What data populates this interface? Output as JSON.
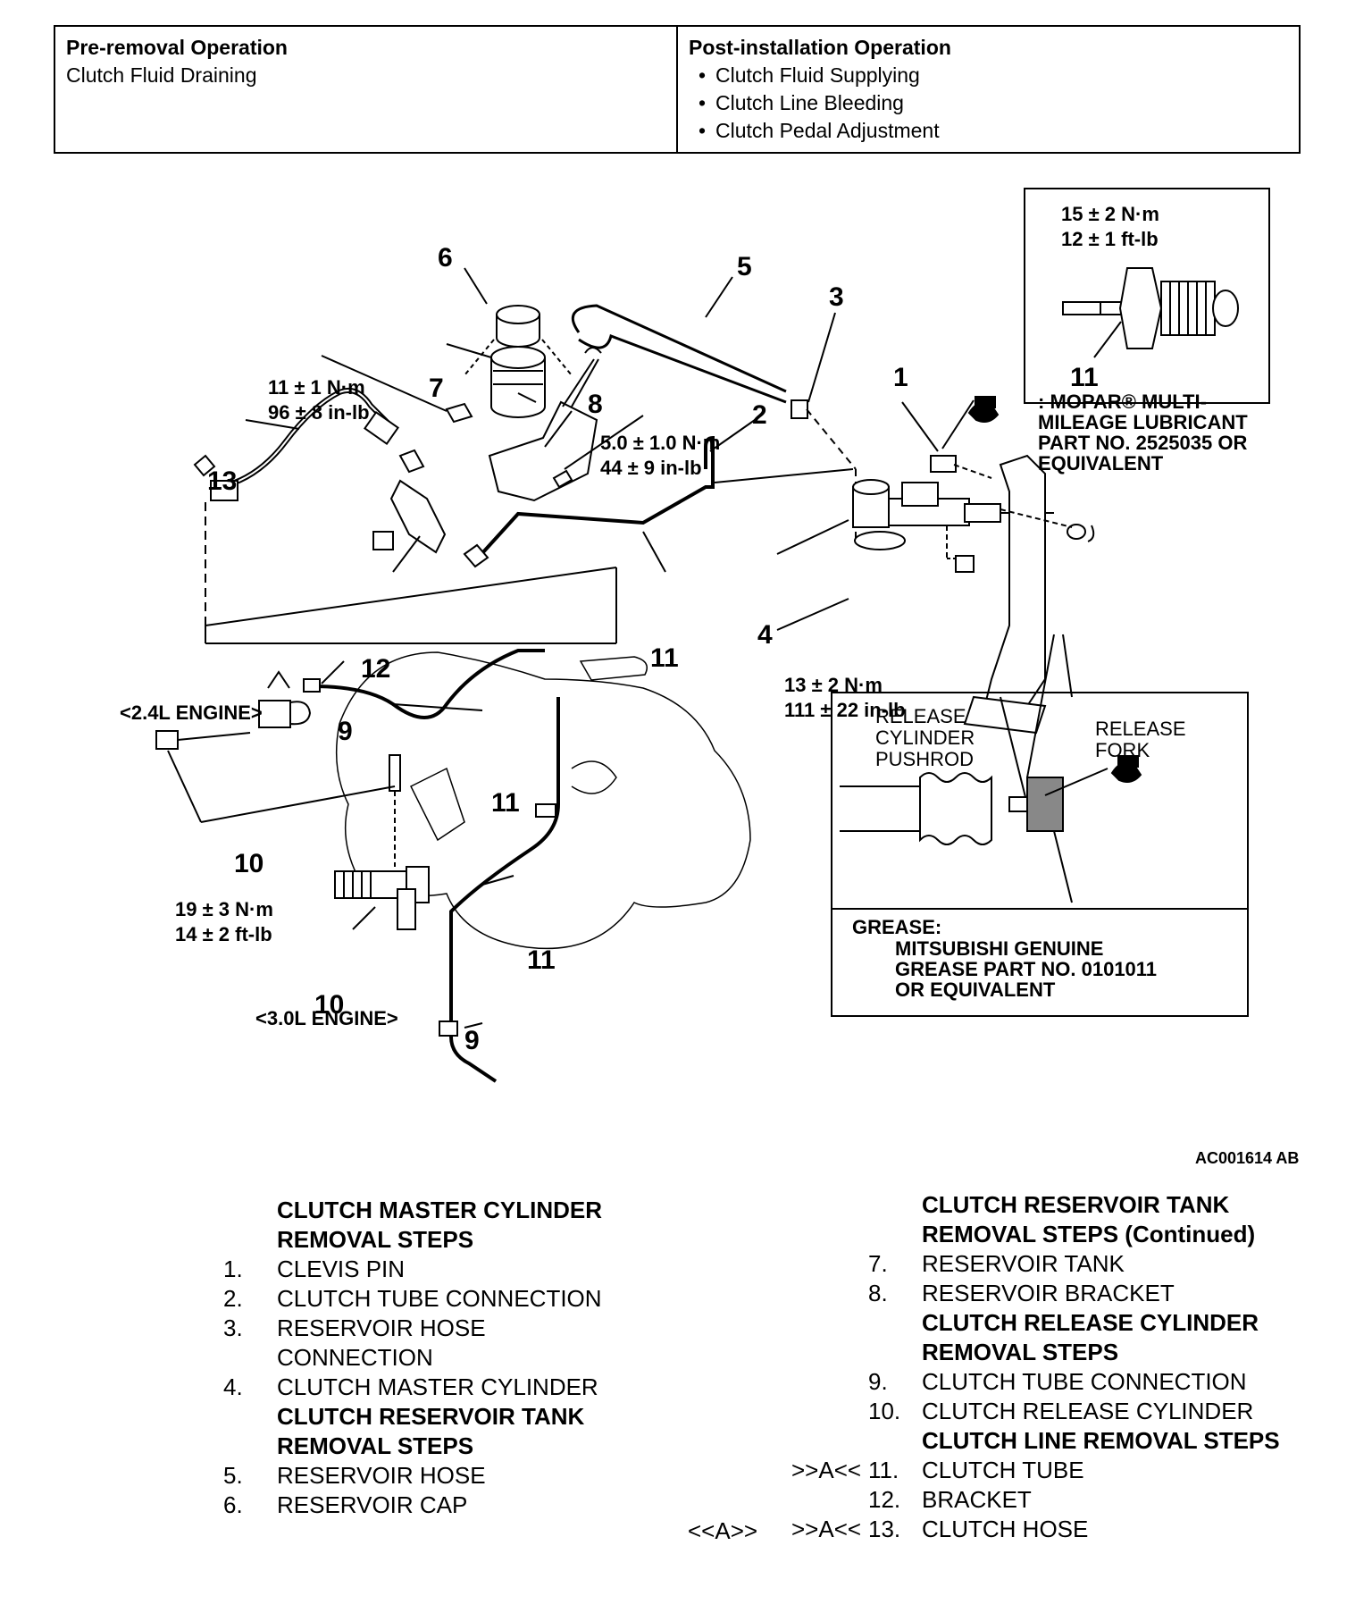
{
  "operations": {
    "pre_title": "Pre-removal Operation",
    "pre_items": [
      "Clutch Fluid Draining"
    ],
    "post_title": "Post-installation Operation",
    "post_items": [
      "Clutch Fluid Supplying",
      "Clutch Line Bleeding",
      "Clutch Pedal Adjustment"
    ]
  },
  "diagram": {
    "callouts": {
      "n6": "6",
      "n7": "7",
      "n5": "5",
      "n3": "3",
      "n8": "8",
      "n1": "1",
      "n2": "2",
      "n13": "13",
      "n12": "12",
      "n11a": "11",
      "n4": "4",
      "n9a": "9",
      "n11b": "11",
      "n10a": "10",
      "n11c": "11",
      "n10b": "10",
      "n9b": "9",
      "n11inset": "11"
    },
    "torques": {
      "t_bolt_11_a": "11 ± 1 N·m",
      "t_bolt_11_b": "96 ± 8 in-lb",
      "t_bracket_a": "5.0 ± 1.0 N·m",
      "t_bracket_b": "44 ± 9 in-lb",
      "t_nut_a": "13 ± 2 N·m",
      "t_nut_b": "111 ± 22 in-lb",
      "t_rel_a": "19 ± 3 N·m",
      "t_rel_b": "14 ± 2 ft-lb",
      "t_inset_a": "15 ± 2 N·m",
      "t_inset_b": "12 ± 1 ft-lb"
    },
    "lubricant_note": [
      ": MOPAR® MULTI-",
      "MILEAGE LUBRICANT",
      "PART NO. 2525035 OR",
      "EQUIVALENT"
    ],
    "engine_24": "<2.4L ENGINE>",
    "engine_30": "<3.0L ENGINE>",
    "release_cyl_label": [
      "RELEASE",
      "CYLINDER",
      "PUSHROD"
    ],
    "release_fork_label": [
      "RELEASE",
      "FORK"
    ],
    "grease_title": "GREASE:",
    "grease_lines": [
      "MITSUBISHI GENUINE",
      "GREASE PART NO. 0101011",
      "OR EQUIVALENT"
    ],
    "figure_code": "AC001614 AB"
  },
  "steps_left": [
    {
      "type": "heading",
      "text": "CLUTCH MASTER CYLINDER"
    },
    {
      "type": "heading",
      "text": "REMOVAL STEPS"
    },
    {
      "type": "item",
      "mark": "",
      "num": "1.",
      "text": "CLEVIS PIN"
    },
    {
      "type": "item",
      "mark": "",
      "num": "2.",
      "text": "CLUTCH TUBE CONNECTION"
    },
    {
      "type": "item",
      "mark": "",
      "num": "3.",
      "text": "RESERVOIR HOSE"
    },
    {
      "type": "cont",
      "text": "CONNECTION"
    },
    {
      "type": "item",
      "mark": "",
      "num": "4.",
      "text": "CLUTCH MASTER CYLINDER"
    },
    {
      "type": "heading",
      "text": "CLUTCH RESERVOIR TANK"
    },
    {
      "type": "heading",
      "text": "REMOVAL STEPS"
    },
    {
      "type": "item",
      "mark": "",
      "num": "5.",
      "text": "RESERVOIR HOSE"
    },
    {
      "type": "item",
      "mark": "",
      "num": "6.",
      "text": "RESERVOIR CAP"
    }
  ],
  "steps_right": [
    {
      "type": "heading",
      "text": "CLUTCH RESERVOIR TANK"
    },
    {
      "type": "heading",
      "text": "REMOVAL STEPS (Continued)"
    },
    {
      "type": "item",
      "mark": "",
      "num": "7.",
      "text": "RESERVOIR TANK"
    },
    {
      "type": "item",
      "mark": "",
      "num": "8.",
      "text": "RESERVOIR BRACKET"
    },
    {
      "type": "heading",
      "text": "CLUTCH RELEASE CYLINDER"
    },
    {
      "type": "heading",
      "text": "REMOVAL STEPS"
    },
    {
      "type": "item",
      "mark": "",
      "num": "9.",
      "text": "CLUTCH TUBE CONNECTION"
    },
    {
      "type": "item",
      "mark": "",
      "num": "10.",
      "text": "CLUTCH RELEASE CYLINDER"
    },
    {
      "type": "heading",
      "text": "CLUTCH LINE REMOVAL STEPS"
    },
    {
      "type": "item",
      "mark": ">>A<<",
      "num": "11.",
      "text": "CLUTCH TUBE"
    },
    {
      "type": "item",
      "mark": "",
      "num": "12.",
      "text": "BRACKET"
    },
    {
      "type": "item",
      "mark": ">>A<<",
      "num": "13.",
      "text": "CLUTCH HOSE"
    }
  ],
  "install_mark": "<<A>>"
}
